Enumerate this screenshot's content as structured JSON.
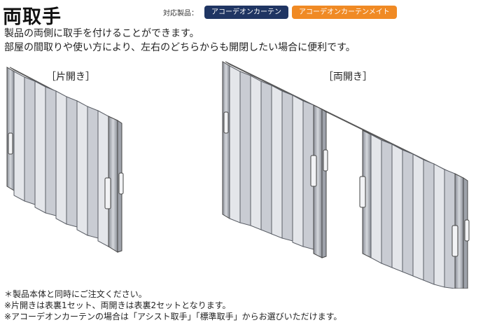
{
  "title": "両取手",
  "products": {
    "label": "対応製品：",
    "items": [
      {
        "name": "アコーデオンカーテン",
        "color": "#1f3563"
      },
      {
        "name": "アコーデオンカーテンメイト",
        "color": "#f08a24"
      }
    ]
  },
  "description": [
    "製品の両側に取手を付けることができます。",
    "部屋の間取りや使い方により、左右のどちらからも開閉したい場合に便利です。"
  ],
  "diagram_labels": {
    "single": "［片開き］",
    "double": "［両開き］"
  },
  "notes": [
    "＊製品本体と同時にご注文ください。",
    "※片開きは表裏1セット、両開きは表裏2セットとなります。",
    "※アコーデオンカーテンの場合は「アシスト取手」「標準取手」からお選びいただけます。"
  ]
}
